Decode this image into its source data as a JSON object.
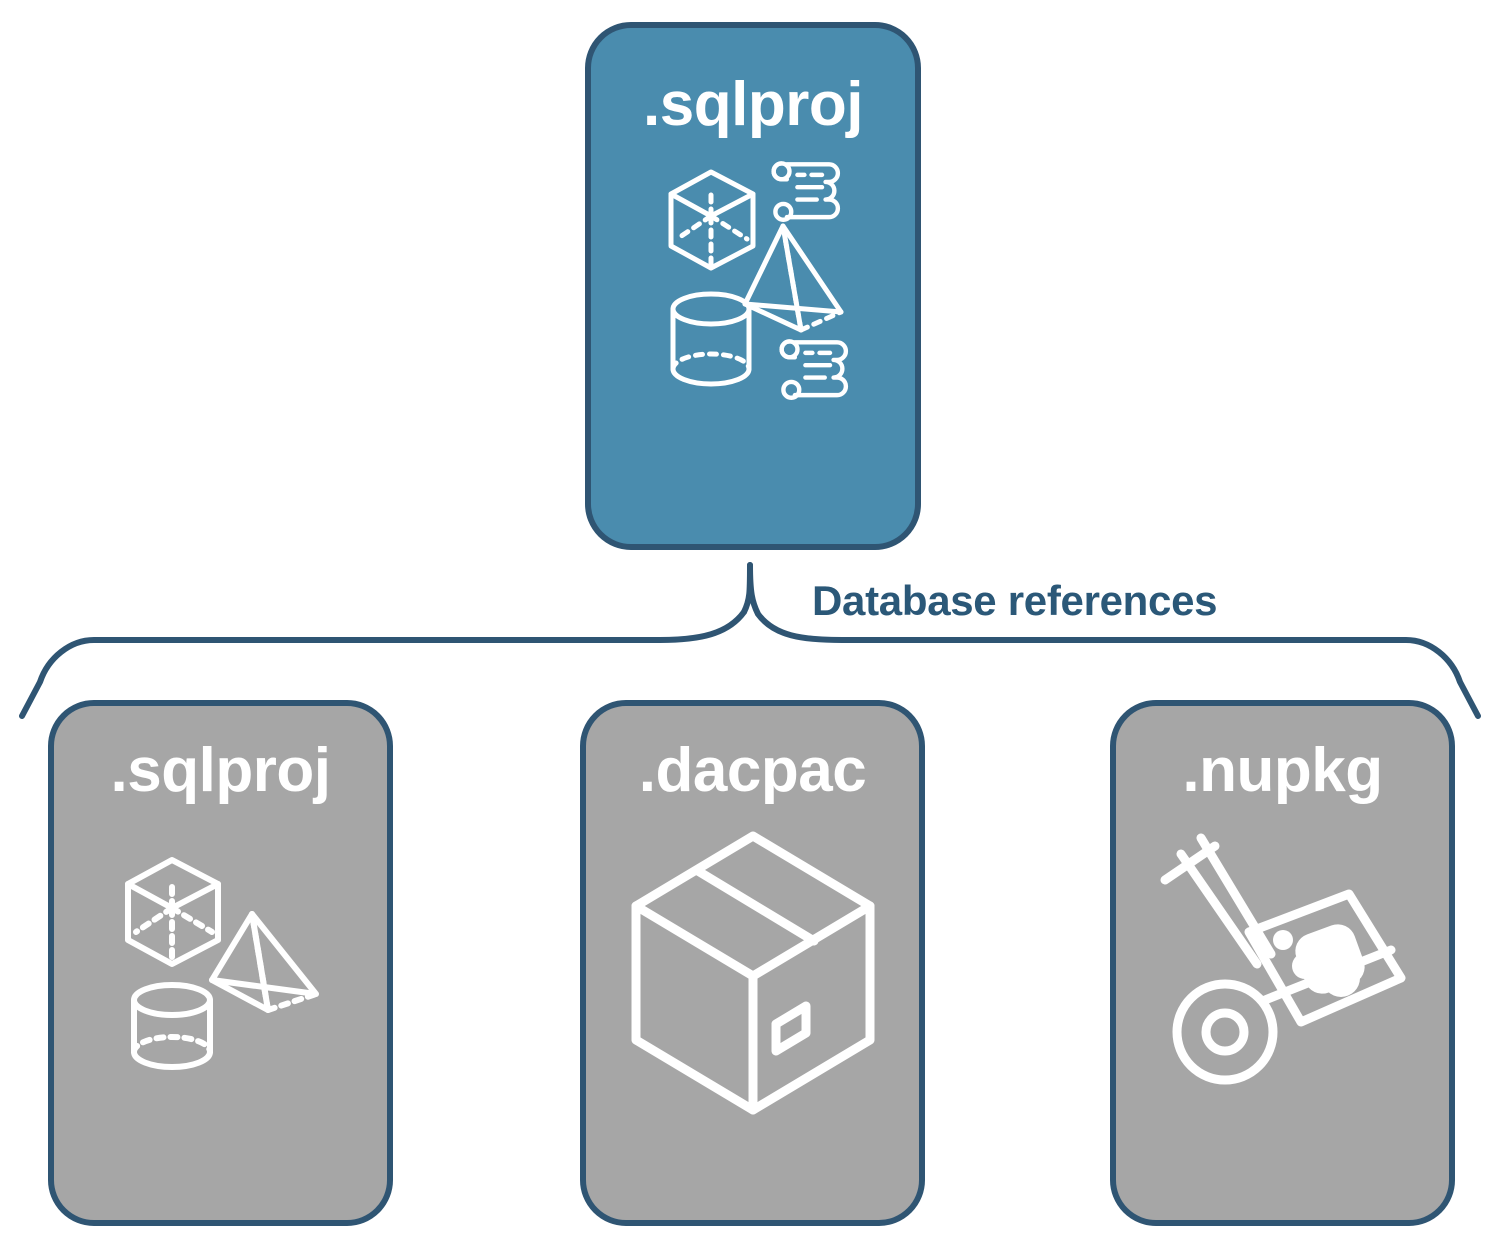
{
  "diagram": {
    "title_text": "Database references",
    "colors": {
      "root_fill": "#4a8cae",
      "node_fill": "#a6a6a6",
      "border": "#2f5573",
      "label_text": "#2b5878",
      "icon_stroke": "#ffffff",
      "background": "#ffffff"
    },
    "root": {
      "label": ".sqlproj",
      "icon_name": "database-objects-icon",
      "icon_parts": [
        "cube",
        "pyramid",
        "cylinder",
        "scroll",
        "scroll"
      ]
    },
    "relationship": {
      "label": "Database references",
      "connector": "curly-brace",
      "from": ".sqlproj",
      "to": [
        ".sqlproj",
        ".dacpac",
        ".nupkg"
      ]
    },
    "references": [
      {
        "label": ".sqlproj",
        "icon_name": "database-objects-icon",
        "icon_parts": [
          "cube",
          "pyramid",
          "cylinder"
        ]
      },
      {
        "label": ".dacpac",
        "icon_name": "package-box-icon",
        "icon_parts": [
          "isometric-box"
        ]
      },
      {
        "label": ".nupkg",
        "icon_name": "hand-truck-nuget-icon",
        "icon_parts": [
          "hand-truck",
          "nuget-box"
        ]
      }
    ]
  }
}
